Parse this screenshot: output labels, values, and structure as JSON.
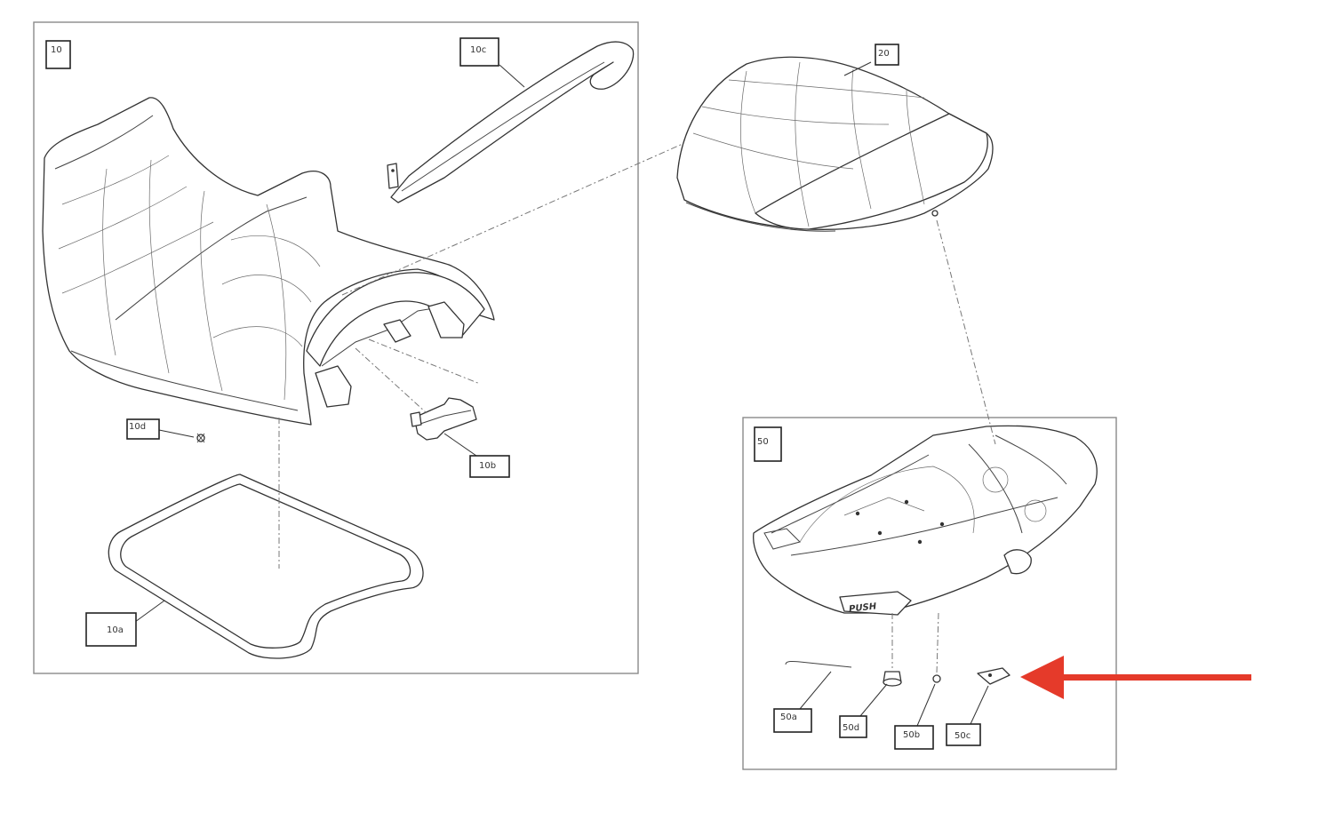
{
  "labels": {
    "group_10": "10",
    "p_10a": "10a",
    "p_10b": "10b",
    "p_10c": "10c",
    "p_10d": "10d",
    "p_20": "20",
    "group_50": "50",
    "p_50a": "50a",
    "p_50b": "50b",
    "p_50c": "50c",
    "p_50d": "50d"
  },
  "embossed_text": "PUSH",
  "colors": {
    "line": "#333333",
    "frame": "#8a8a8a",
    "arrow": "#e53a2a"
  },
  "arrow_target": "50c"
}
